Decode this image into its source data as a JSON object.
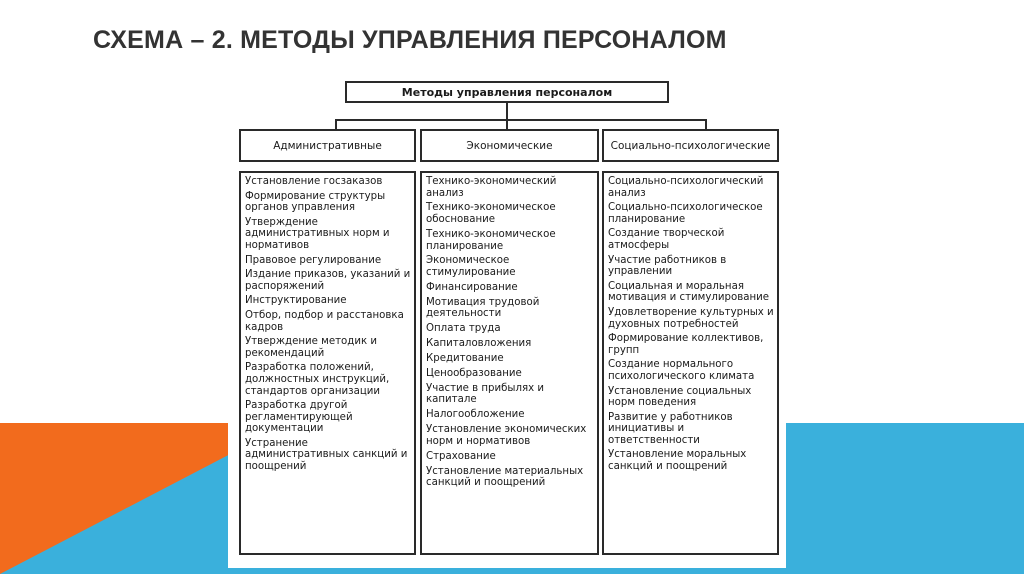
{
  "slide": {
    "title": "СХЕМА – 2. МЕТОДЫ УПРАВЛЕНИЯ ПЕРСОНАЛОМ"
  },
  "diagram": {
    "root": "Методы управления персоналом",
    "columns": [
      {
        "title": "Административные",
        "items": [
          "Установление госзаказов",
          "Формирование структуры органов управления",
          "Утверждение административных норм и нормативов",
          "Правовое регулирование",
          "Издание приказов, указаний и распоряжений",
          "Инструктирование",
          "Отбор, подбор и расстановка кадров",
          "Утверждение методик и рекомендаций",
          "Разработка положений, должностных инструкций, стандартов организации",
          "Разработка другой регламентирующей документации",
          "Устранение административных санкций и поощрений"
        ]
      },
      {
        "title": "Экономические",
        "items": [
          "Технико-экономический анализ",
          "Технико-экономическое обоснование",
          "Технико-экономическое планирование",
          "Экономическое стимулирование",
          "Финансирование",
          "Мотивация трудовой деятельности",
          "Оплата труда",
          "Капиталовложения",
          "Кредитование",
          "Ценообразование",
          "Участие в прибылях и капитале",
          "Налогообложение",
          "Установление экономических норм и нормативов",
          "Страхование",
          "Установление материальных санкций и поощрений"
        ]
      },
      {
        "title": "Социально-психологические",
        "items": [
          "Социально-психологический анализ",
          "Социально-психологическое планирование",
          "Создание творческой атмосферы",
          "Участие работников в управлении",
          "Социальная и моральная мотивация и стимулирование",
          "Удовлетворение культурных и духовных потребностей",
          "Формирование коллективов, групп",
          "Создание нормального психологического климата",
          "Установление социальных норм поведения",
          "Развитие у работников инициативы и ответственности",
          "Установление моральных санкций и поощрений"
        ]
      }
    ]
  }
}
